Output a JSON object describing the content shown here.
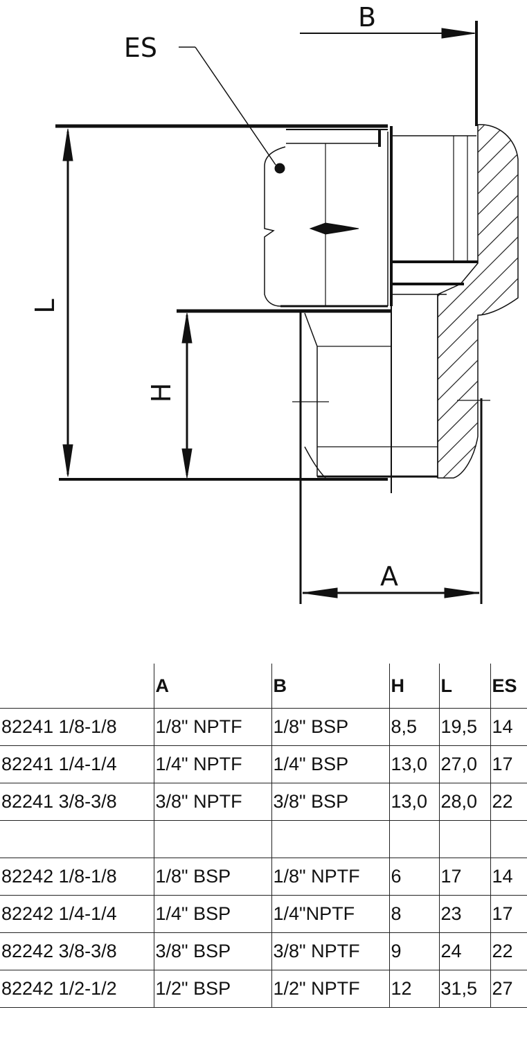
{
  "drawing": {
    "dimension_labels": {
      "es": "ES",
      "b": "B",
      "l": "L",
      "h": "H",
      "a": "A"
    }
  },
  "table": {
    "headers": [
      "",
      "A",
      "B",
      "H",
      "L",
      "ES"
    ],
    "rows": [
      [
        "82241 1/8-1/8",
        "1/8\" NPTF",
        "1/8\" BSP",
        "8,5",
        "19,5",
        "14"
      ],
      [
        "82241 1/4-1/4",
        "1/4\" NPTF",
        "1/4\" BSP",
        "13,0",
        "27,0",
        "17"
      ],
      [
        "82241 3/8-3/8",
        "3/8\" NPTF",
        "3/8\" BSP",
        "13,0",
        "28,0",
        "22"
      ],
      [
        "",
        "",
        "",
        "",
        "",
        ""
      ],
      [
        "82242 1/8-1/8",
        "1/8\" BSP",
        "1/8\" NPTF",
        "6",
        "17",
        "14"
      ],
      [
        "82242 1/4-1/4",
        "1/4\" BSP",
        "1/4\"NPTF",
        "8",
        "23",
        "17"
      ],
      [
        "82242 3/8-3/8",
        "3/8\" BSP",
        "3/8\" NPTF",
        "9",
        "24",
        "22"
      ],
      [
        "82242 1/2-1/2",
        "1/2\" BSP",
        "1/2\" NPTF",
        "12",
        "31,5",
        "27"
      ]
    ]
  }
}
